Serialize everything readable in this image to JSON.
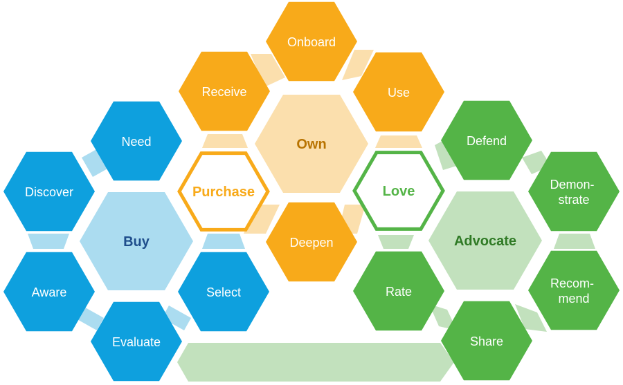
{
  "colors": {
    "blue": "#0ea0de",
    "blue_light": "#abdcf0",
    "blue_hub_text": "#1f4e8c",
    "orange": "#f8aa1a",
    "orange_light": "#fbdfad",
    "orange_hub_text": "#b87300",
    "green": "#54b447",
    "green_light": "#c2e1bd",
    "green_hub_text": "#2f7a25",
    "white": "#ffffff"
  },
  "hubs": {
    "buy": {
      "label": "Buy"
    },
    "own": {
      "label": "Own"
    },
    "advocate": {
      "label": "Advocate"
    }
  },
  "transitions": {
    "purchase": {
      "label": "Purchase"
    },
    "love": {
      "label": "Love"
    }
  },
  "stages": {
    "need": "Need",
    "discover": "Discover",
    "aware": "Aware",
    "evaluate": "Evaluate",
    "select": "Select",
    "receive": "Receive",
    "onboard": "Onboard",
    "use": "Use",
    "deepen": "Deepen",
    "defend": "Defend",
    "demonstrate": [
      "Demon-",
      "strate"
    ],
    "recommend": [
      "Recom-",
      "mend"
    ],
    "share": "Share",
    "rate": "Rate"
  }
}
